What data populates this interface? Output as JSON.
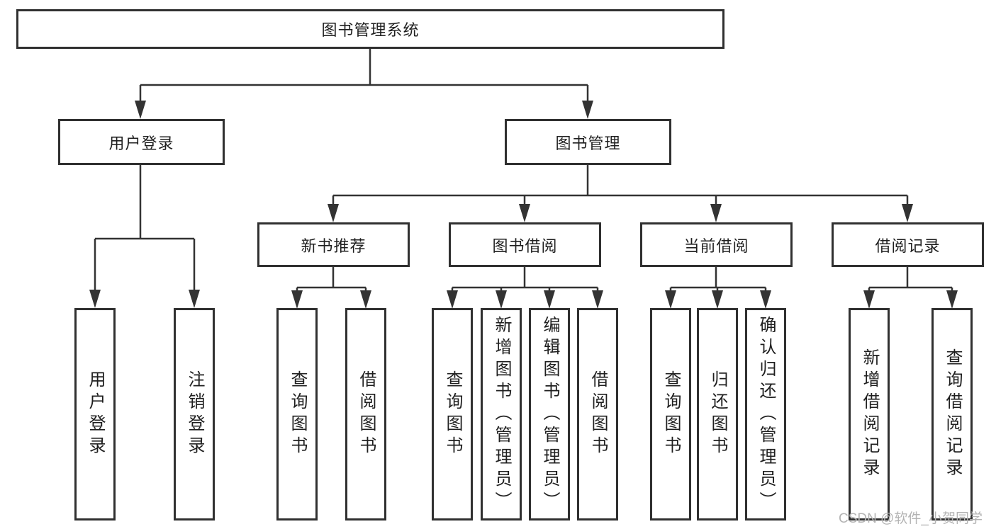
{
  "tree": {
    "root": {
      "label": "图书管理系统"
    },
    "branches": [
      {
        "label": "用户登录",
        "children": [
          {
            "label": "用户登录"
          },
          {
            "label": "注销登录"
          }
        ]
      },
      {
        "label": "图书管理",
        "children": [
          {
            "label": "新书推荐",
            "children": [
              {
                "label": "查询图书"
              },
              {
                "label": "借阅图书"
              }
            ]
          },
          {
            "label": "图书借阅",
            "children": [
              {
                "label": "查询图书"
              },
              {
                "label": "新增图书（管理员）"
              },
              {
                "label": "编辑图书（管理员）"
              },
              {
                "label": "借阅图书"
              }
            ]
          },
          {
            "label": "当前借阅",
            "children": [
              {
                "label": "查询图书"
              },
              {
                "label": "归还图书"
              },
              {
                "label": "确认归还（管理员）"
              }
            ]
          },
          {
            "label": "借阅记录",
            "children": [
              {
                "label": "新增借阅记录"
              },
              {
                "label": "查询借阅记录"
              }
            ]
          }
        ]
      }
    ]
  },
  "watermark": {
    "text": "CSDN @软件_小贺同学"
  },
  "style": {
    "line_color": "#333333",
    "box_border_color": "#303030",
    "watermark_color": "#b3b3b3"
  }
}
